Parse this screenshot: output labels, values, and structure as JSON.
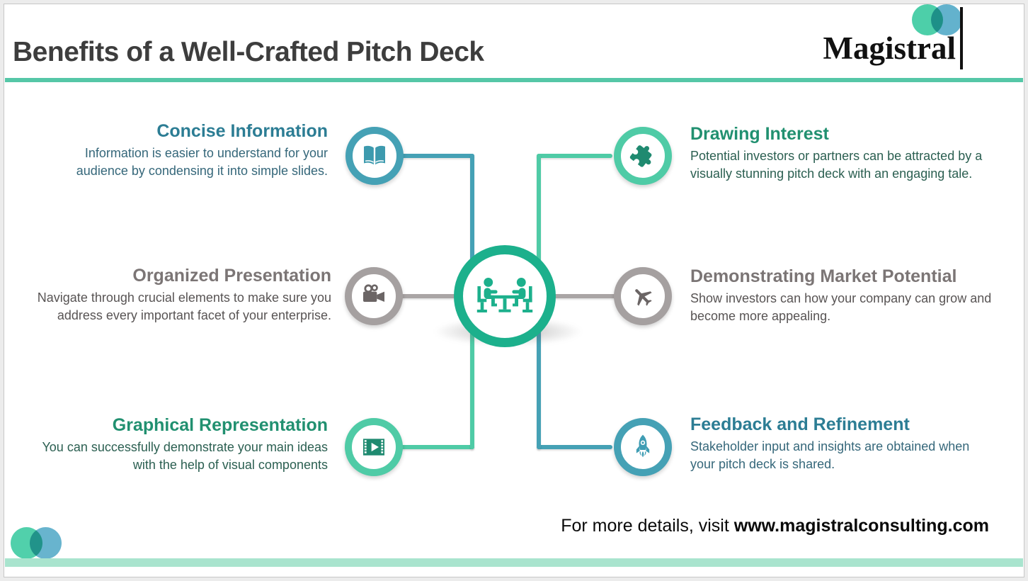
{
  "slide": {
    "title": "Benefits of a Well-Crafted Pitch Deck",
    "footer": {
      "prefix": "For more details, visit ",
      "link": "www.magistralconsulting.com"
    }
  },
  "logo": {
    "name": "Magistral",
    "mark": "two-overlapping-circles",
    "colors": {
      "left_circle": "#3ecba2",
      "right_circle": "#4da7c6"
    }
  },
  "items": [
    {
      "id": "concise-information",
      "title": "Concise Information",
      "body": "Information is easier to understand for your audience by condensing it into simple slides.",
      "icon": "open-book-icon",
      "accent": "#45a1b5",
      "side": "left"
    },
    {
      "id": "organized-presentation",
      "title": "Organized Presentation",
      "body": "Navigate through crucial elements to make sure you address every important facet of your enterprise.",
      "icon": "movie-camera-icon",
      "accent": "#a5a0a0",
      "side": "left"
    },
    {
      "id": "graphical-representation",
      "title": "Graphical Representation",
      "body": "You can successfully demonstrate your main ideas with the help of visual components",
      "icon": "film-play-icon",
      "accent": "#4fcba6",
      "side": "left"
    },
    {
      "id": "drawing-interest",
      "title": "Drawing Interest",
      "body": "Potential investors or partners can be attracted by a visually stunning pitch deck with an engaging tale.",
      "icon": "puzzle-icon",
      "accent": "#4fcba6",
      "side": "right"
    },
    {
      "id": "demonstrating-market-potential",
      "title": "Demonstrating Market Potential",
      "body": "Show investors can how your company can grow and become more appealing.",
      "icon": "airplane-icon",
      "accent": "#a5a0a0",
      "side": "right"
    },
    {
      "id": "feedback-and-refinement",
      "title": "Feedback and Refinement",
      "body": "Stakeholder input and insights are obtained when your pitch deck is shared.",
      "icon": "rocket-icon",
      "accent": "#45a1b5",
      "side": "right"
    }
  ],
  "center": {
    "icon": "meeting-table-icon",
    "color": "#1cb08c"
  },
  "colors": {
    "teal": "#45a1b5",
    "mint": "#4fcba6",
    "green_dark": "#1f8a70",
    "gray_ring": "#a5a0a0",
    "center_green": "#1cb08c",
    "title_text": "#3d3d3d",
    "title_underline": "#55c7a7",
    "footer_bar": "#a9e4ce"
  }
}
